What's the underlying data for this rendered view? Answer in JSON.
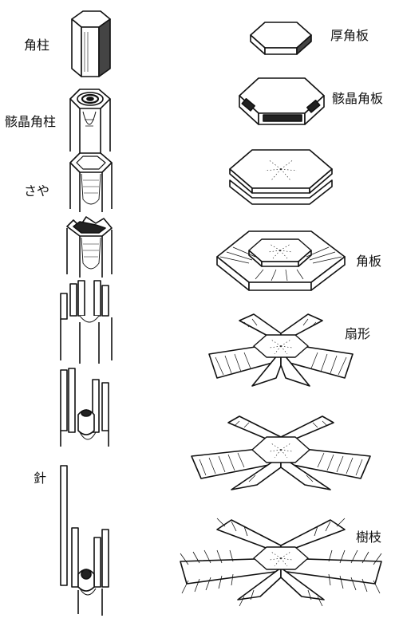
{
  "labels": {
    "kakuchu": "角柱",
    "gaisho_kakuchu": "骸晶角柱",
    "saya": "さや",
    "hari": "針",
    "atsu_kakuban": "厚角板",
    "gaisho_kakuban": "骸晶角板",
    "kakuban": "角板",
    "senkei": "扇形",
    "jushi": "樹枝"
  },
  "colors": {
    "ink": "#111111",
    "paper": "#ffffff",
    "shade": "#555555"
  }
}
